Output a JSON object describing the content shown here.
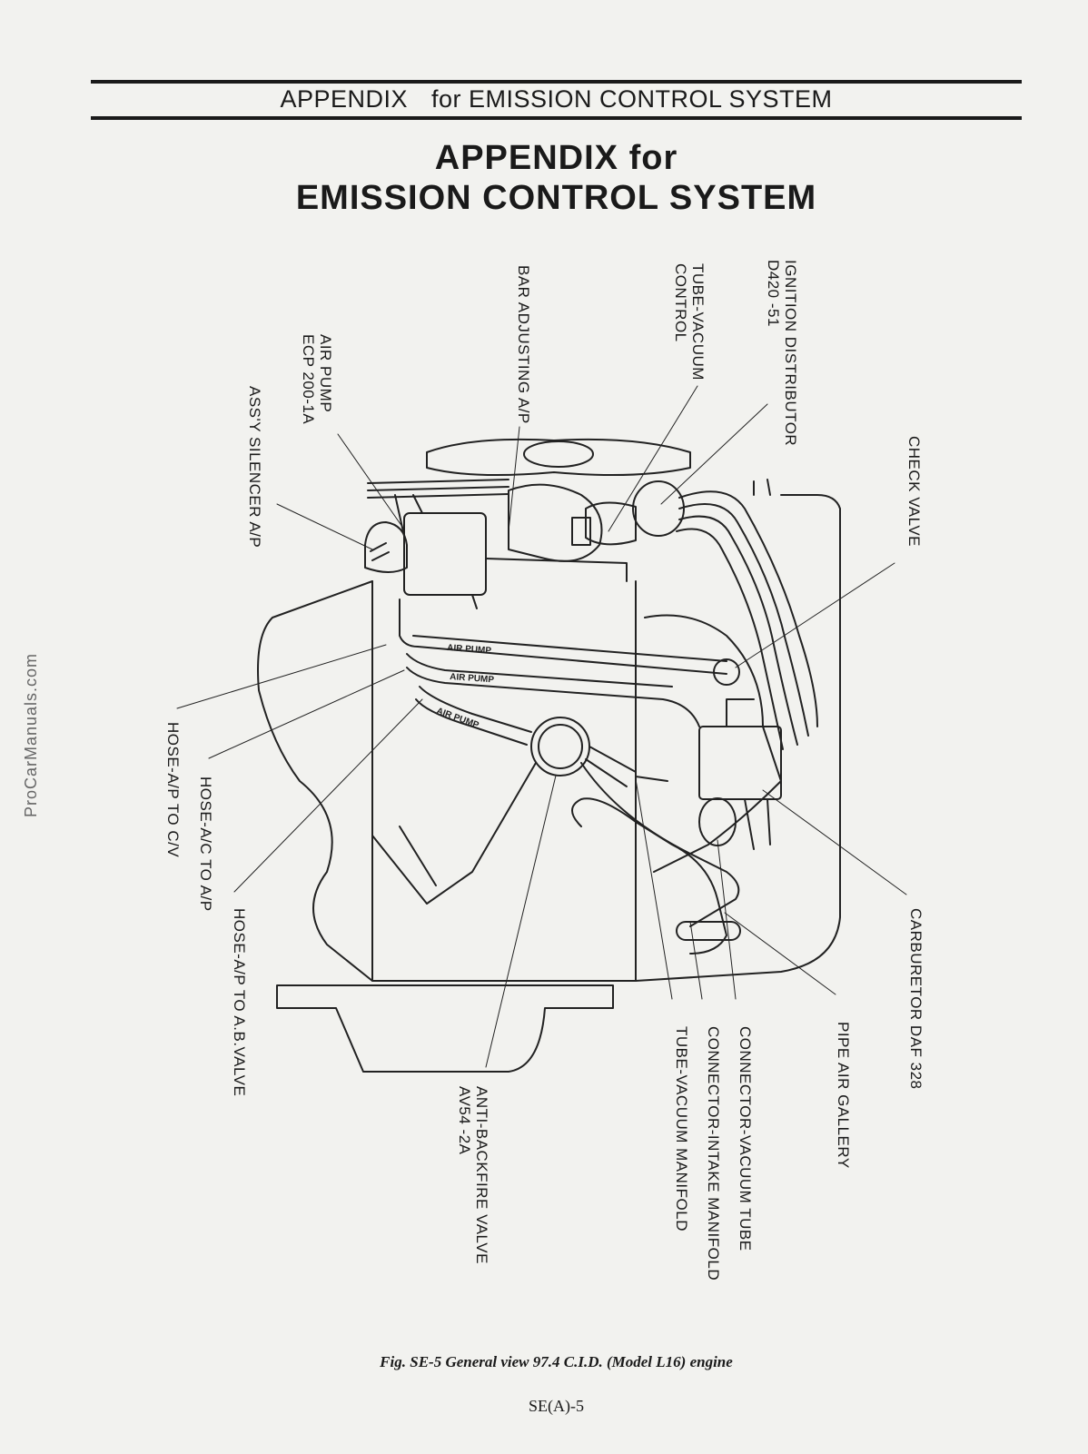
{
  "header": {
    "left": "APPENDIX",
    "right": "for EMISSION CONTROL SYSTEM"
  },
  "title": {
    "line1": "APPENDIX for",
    "line2": "EMISSION CONTROL SYSTEM"
  },
  "watermark": "ProCarManuals.com",
  "figure": {
    "callouts": {
      "ignition_distributor": [
        "IGNITION DISTRIBUTOR",
        "D420 -51"
      ],
      "tube_vacuum_control": [
        "TUBE-VACUUM",
        "CONTROL"
      ],
      "bar_adjusting": [
        "BAR ADJUSTING A/P"
      ],
      "air_pump": [
        "AIR PUMP",
        "ECP 200-1A"
      ],
      "silencer": [
        "ASS'Y SILENCER A/P"
      ],
      "check_valve": [
        "CHECK VALVE"
      ],
      "carburetor": [
        "CARBURETOR  DAF 328"
      ],
      "pipe_air_gallery": [
        "PIPE  AIR GALLERY"
      ],
      "connector_vacuum_tube": [
        "CONNECTOR-VACUUM TUBE"
      ],
      "connector_intake_manifold": [
        "CONNECTOR-INTAKE MANIFOLD"
      ],
      "tube_vacuum_manifold": [
        "TUBE-VACUUM MANIFOLD"
      ],
      "anti_backfire_valve": [
        "ANTI-BACKFIRE  VALVE",
        "AV54 -2A"
      ],
      "hose_ap_to_abvalve": [
        "HOSE-A/P TO A.B.VALVE"
      ],
      "hose_ac_to_ap": [
        "HOSE-A/C TO A/P"
      ],
      "hose_ap_to_cv": [
        "HOSE-A/P TO C/V"
      ]
    },
    "hose_stamps": [
      "AIR PUMP",
      "AIR PUMP",
      "AIR PUMP"
    ]
  },
  "caption": "Fig. SE-5  General view 97.4 C.I.D. (Model L16) engine",
  "page_number": "SE(A)-5"
}
